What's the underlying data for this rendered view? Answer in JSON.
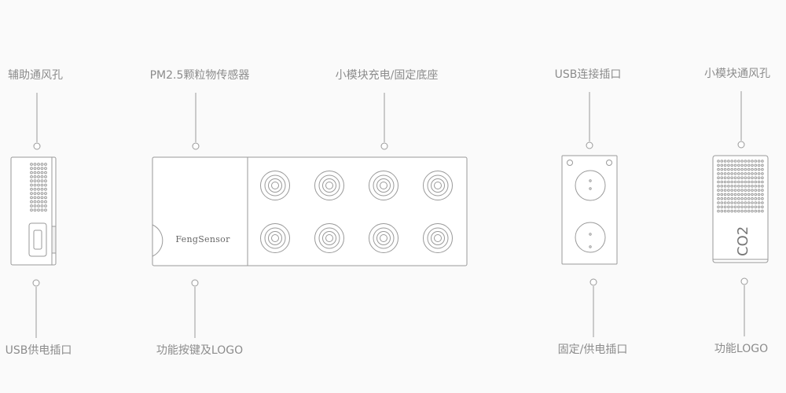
{
  "labels": {
    "aux_vent": "辅助通风孔",
    "pm25_sensor": "PM2.5颗粒物传感器",
    "module_dock": "小模块充电/固定底座",
    "usb_port": "USB连接插口",
    "module_vent": "小模块通风孔",
    "usb_power": "USB供电插口",
    "function_key": "功能按键及LOGO",
    "mount_power": "固定/供电插口",
    "function_logo": "功能LOGO"
  },
  "device": {
    "brand_text": "FengSensor",
    "co2_text": "CO2"
  },
  "colors": {
    "line": "#9a9a9a",
    "label": "#8c8c8c",
    "device_fill": "#ffffff",
    "background": "#fafafa"
  }
}
